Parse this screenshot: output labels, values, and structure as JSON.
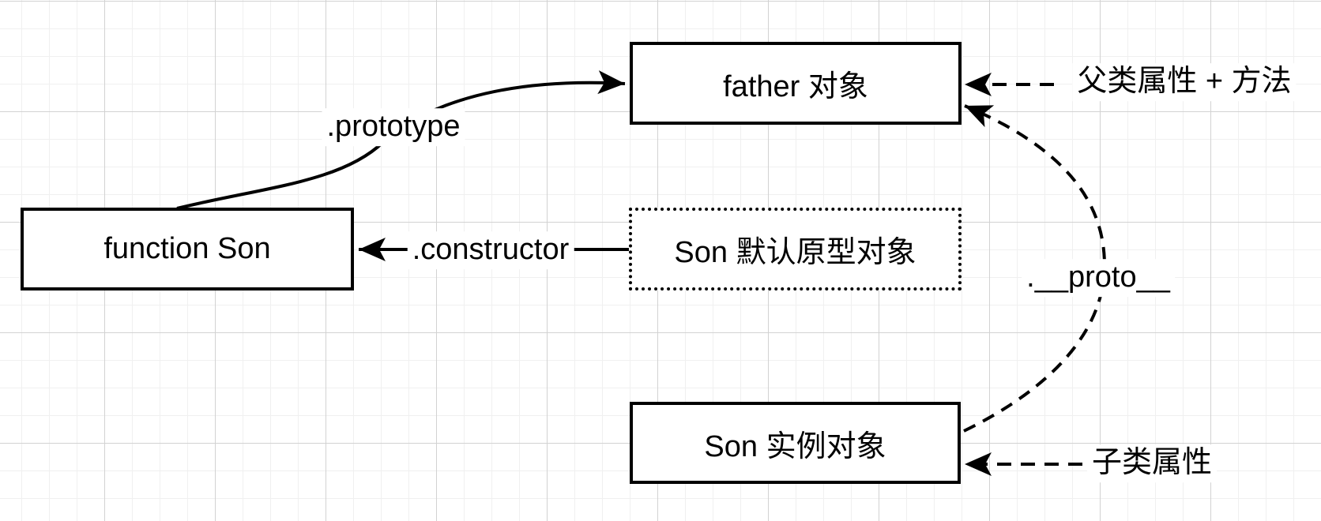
{
  "colors": {
    "stroke": "#000000",
    "node_fill": "#ffffff",
    "canvas_bg": "#ffffff",
    "grid_minor": "#f0f0f0",
    "grid_major": "#d2d2d2"
  },
  "nodes": {
    "father": {
      "label": "father 对象"
    },
    "function_son": {
      "label": "function Son"
    },
    "son_default_prototype": {
      "label": "Son 默认原型对象"
    },
    "son_instance": {
      "label": "Son 实例对象"
    }
  },
  "edge_labels": {
    "prototype": ".prototype",
    "constructor": ".constructor",
    "proto": ".__proto__",
    "parent_props": "父类属性 + 方法",
    "child_props": "子类属性"
  }
}
